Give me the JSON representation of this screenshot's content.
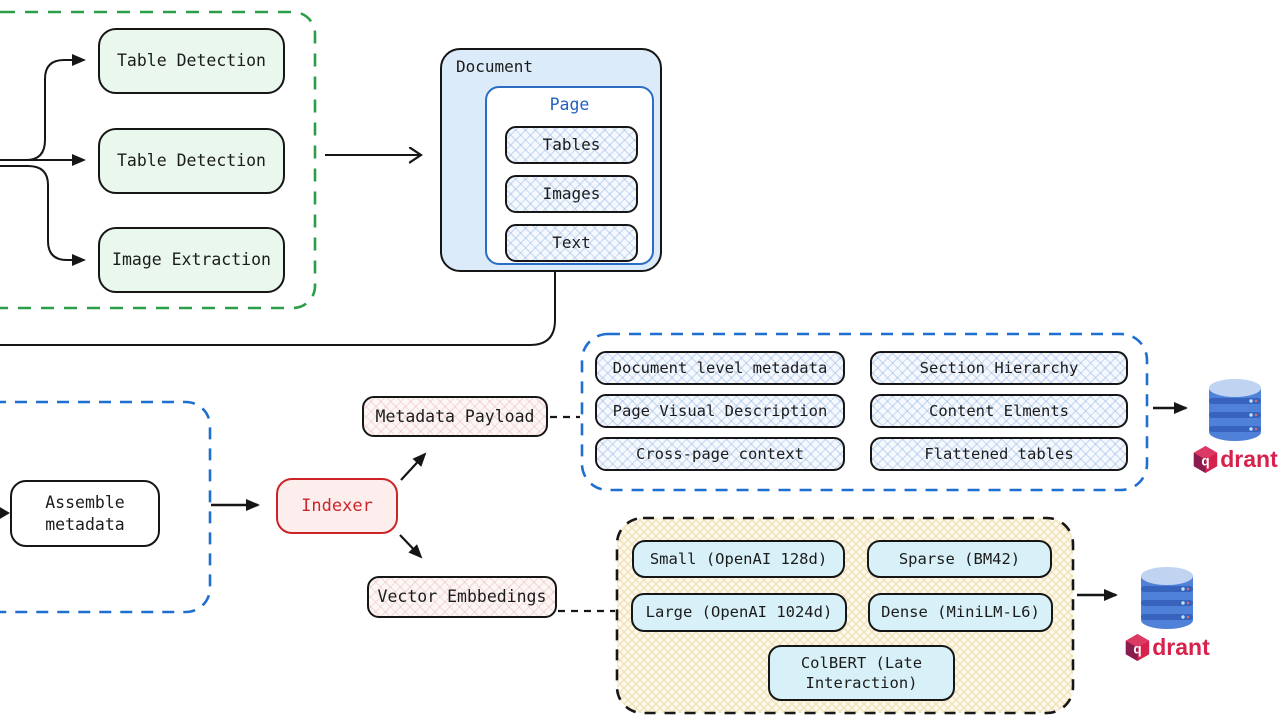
{
  "extraction_group": {
    "items": [
      "Table Detection",
      "Table Detection",
      "Image Extraction"
    ]
  },
  "document": {
    "title": "Document",
    "page": {
      "title": "Page",
      "items": [
        "Tables",
        "Images",
        "Text"
      ]
    }
  },
  "assemble": {
    "label": "Assemble metadata"
  },
  "indexer": {
    "label": "Indexer"
  },
  "metadata_payload": {
    "label": "Metadata Payload",
    "fields": [
      "Document level metadata",
      "Section Hierarchy",
      "Page Visual Description",
      "Content Elments",
      "Cross-page context",
      "Flattened tables"
    ]
  },
  "vector_embeddings": {
    "label": "Vector Embbedings",
    "models": [
      "Small (OpenAI 128d)",
      "Sparse (BM42)",
      "Large (OpenAI 1024d)",
      "Dense (MiniLM-L6)",
      "ColBERT (Late Interaction)"
    ]
  },
  "qdrant": {
    "logo_q": "q",
    "logo_text": "drant"
  },
  "colors": {
    "green_border": "#2b9e4a",
    "green_fill": "#e9f7ec",
    "doc_fill": "#dcebf9",
    "page_border": "#2b6cc4",
    "page_title": "#2261c4",
    "blue_dash": "#1f6fd0",
    "black": "#161616",
    "red_border": "#cc2427",
    "red_fill": "#fdeeee",
    "cyan_fill": "#d8f1f8",
    "qdrant_red": "#d6224c"
  }
}
